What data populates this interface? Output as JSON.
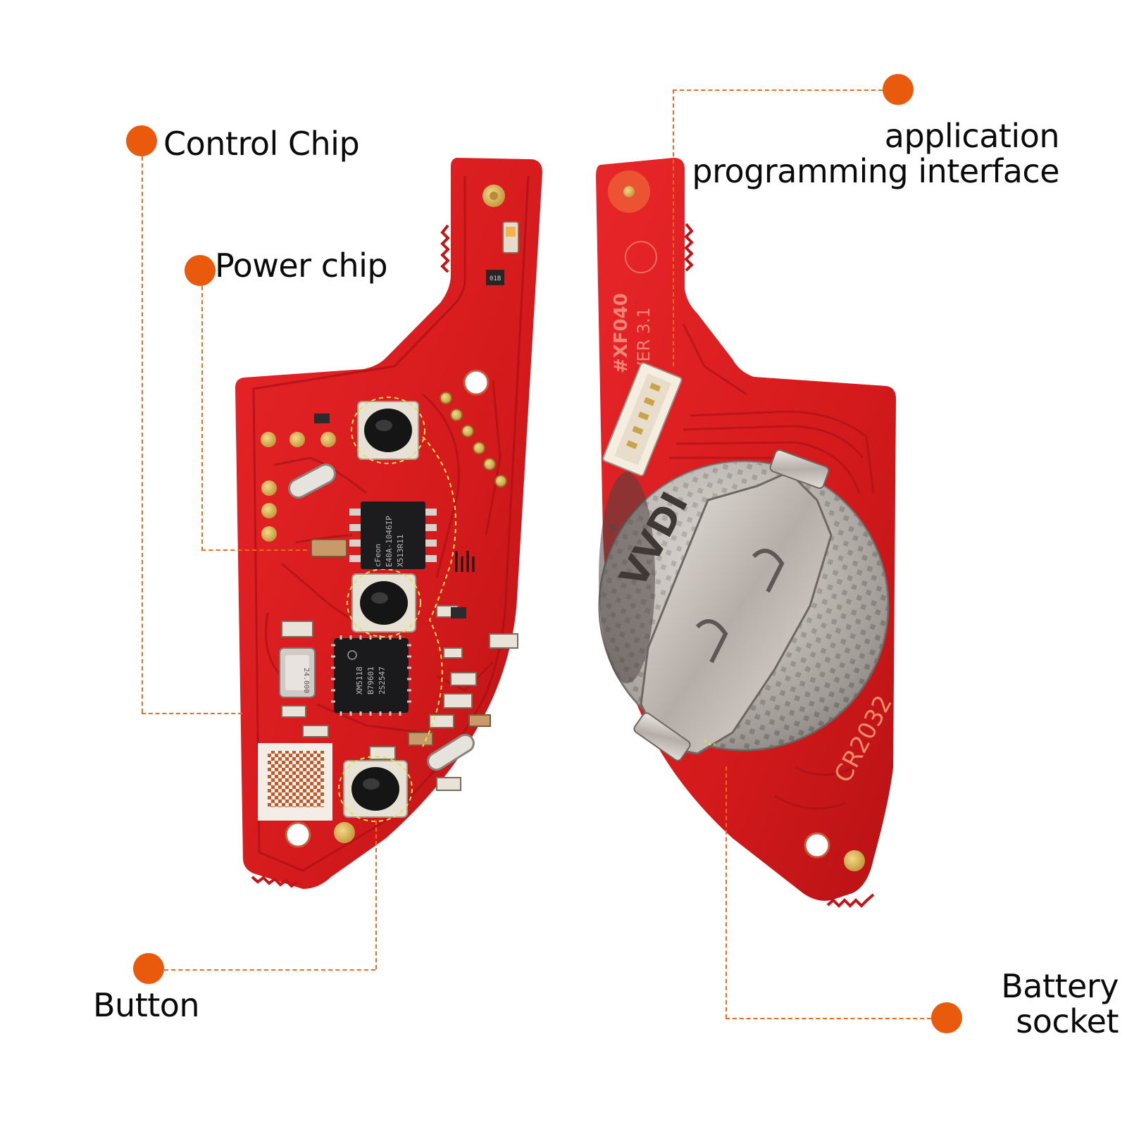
{
  "colors": {
    "accent": "#ea5a0c",
    "leader_line": "#f06a1a",
    "pcb_red": "#d81a1a",
    "text": "#0a0a0a",
    "background": "#ffffff"
  },
  "callouts": {
    "control_chip": "Control Chip",
    "power_chip": "Power chip",
    "button": "Button",
    "api_line1": "application",
    "api_line2": "programming interface",
    "battery_line1": "Battery",
    "battery_line2": "socket"
  },
  "board_markings": {
    "model": "#XF040",
    "version": "VER 3.1",
    "battery_type": "CR2032",
    "battery_brand": "VVDI",
    "power_chip_line1": "cFeon",
    "power_chip_line2": "E40A-1046IP",
    "power_chip_line3": "X513R11",
    "control_chip_line1": "XM5118",
    "control_chip_line2": "B79601",
    "control_chip_line3": "2S2547",
    "crystal": "24.000",
    "resistor": "01B"
  }
}
